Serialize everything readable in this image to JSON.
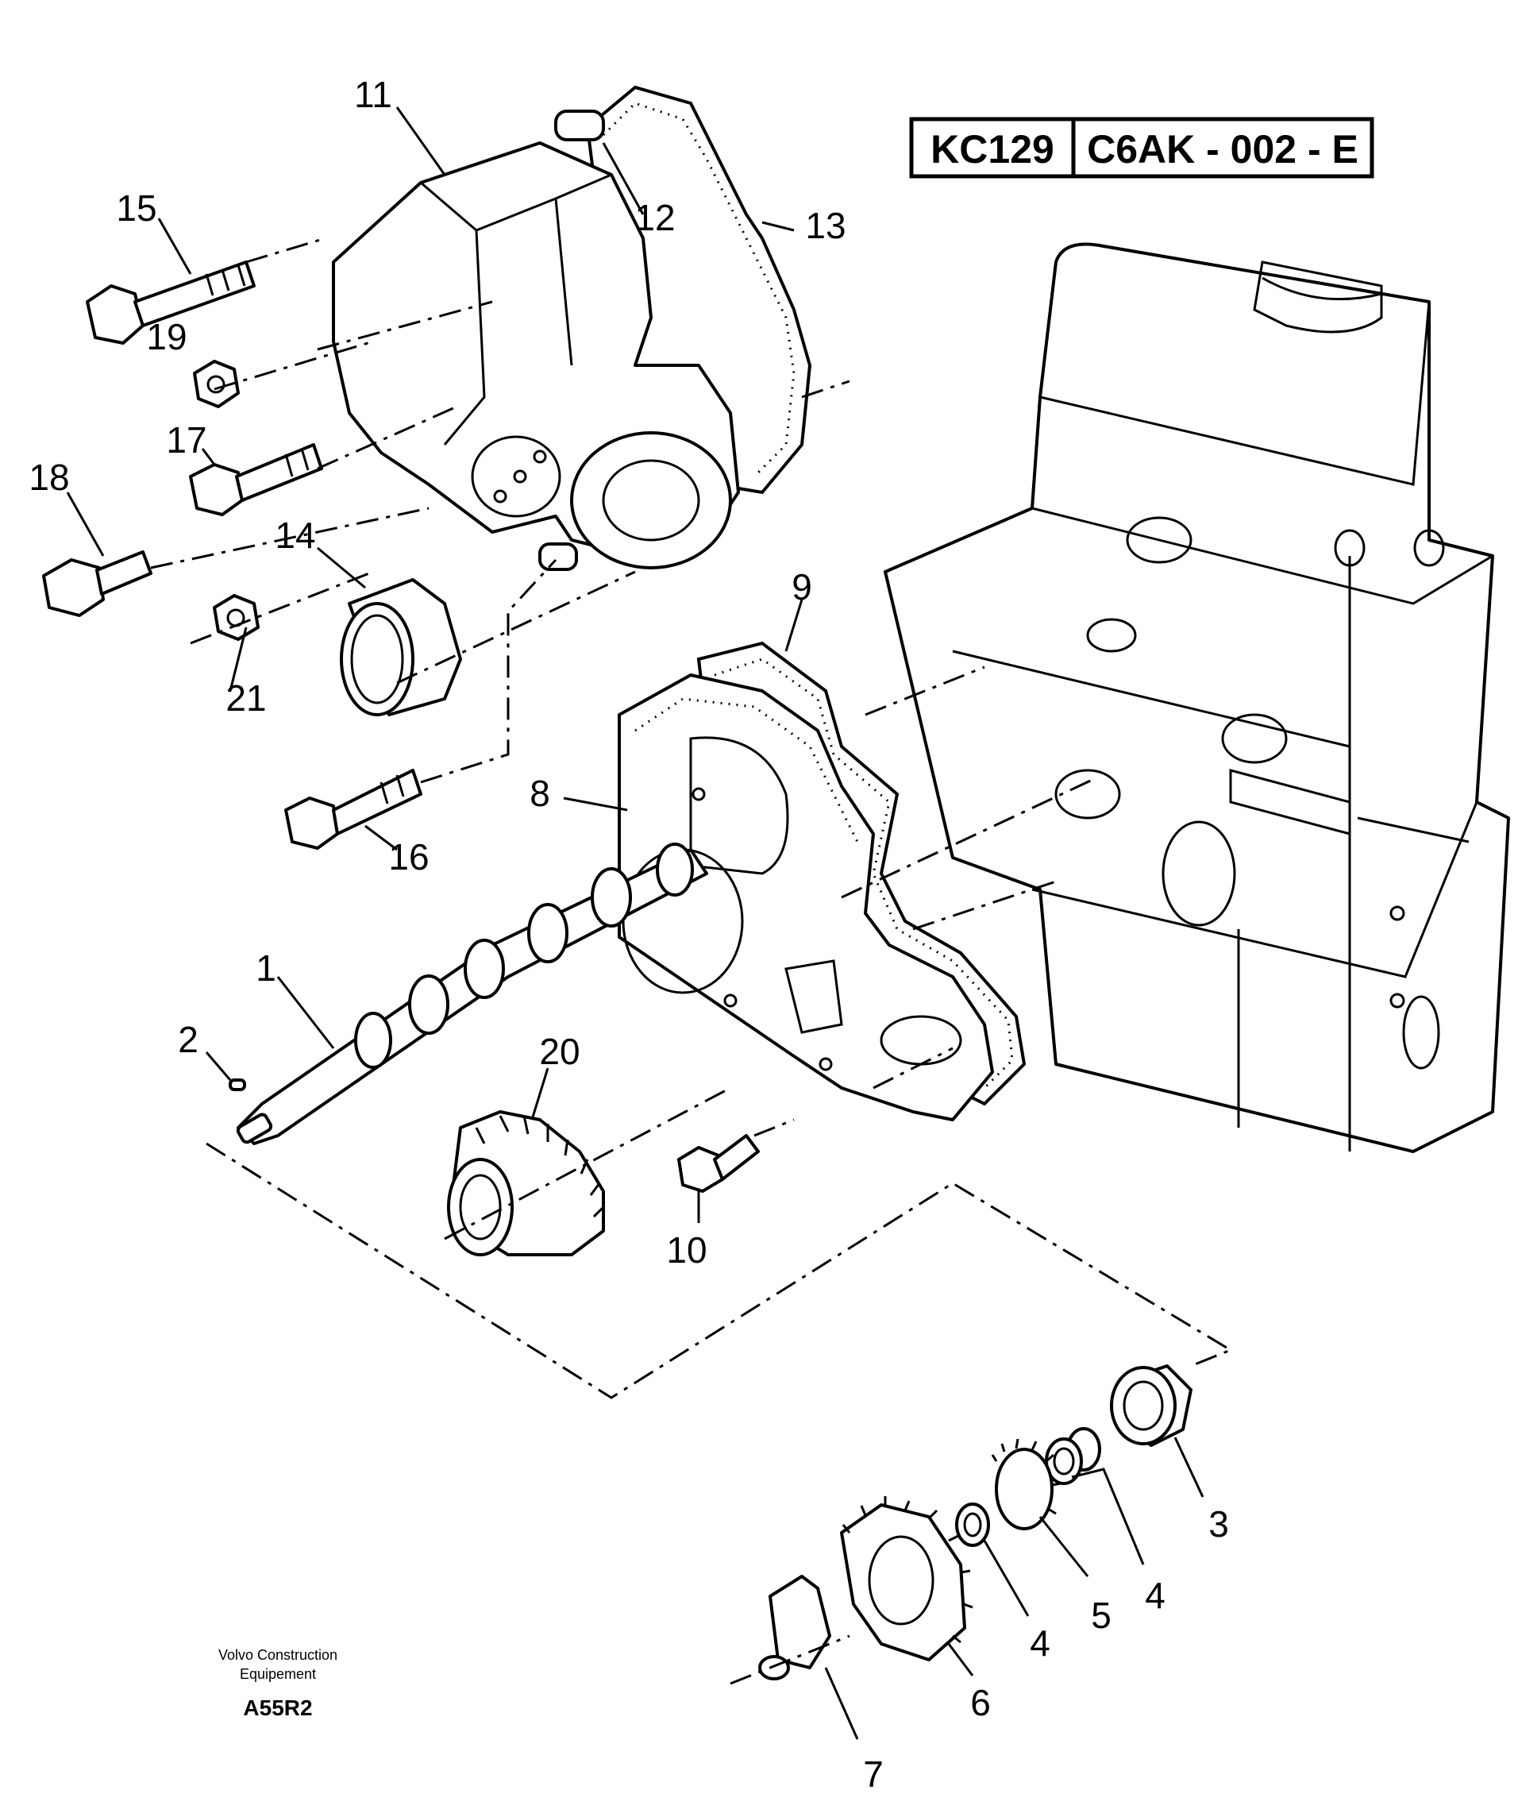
{
  "reference": {
    "cell1": "KC129",
    "cell2": "C6AK - 002 - E"
  },
  "publisher": {
    "line1": "Volvo Construction",
    "line2": "Equipement"
  },
  "code": "A55R2",
  "callouts": {
    "c1": "1",
    "c2": "2",
    "c3": "3",
    "c4a": "4",
    "c4b": "4",
    "c5": "5",
    "c6": "6",
    "c7": "7",
    "c8": "8",
    "c9": "9",
    "c10": "10",
    "c11": "11",
    "c12": "12",
    "c13": "13",
    "c14": "14",
    "c15": "15",
    "c16": "16",
    "c17": "17",
    "c18": "18",
    "c19": "19",
    "c20": "20",
    "c21": "21"
  }
}
